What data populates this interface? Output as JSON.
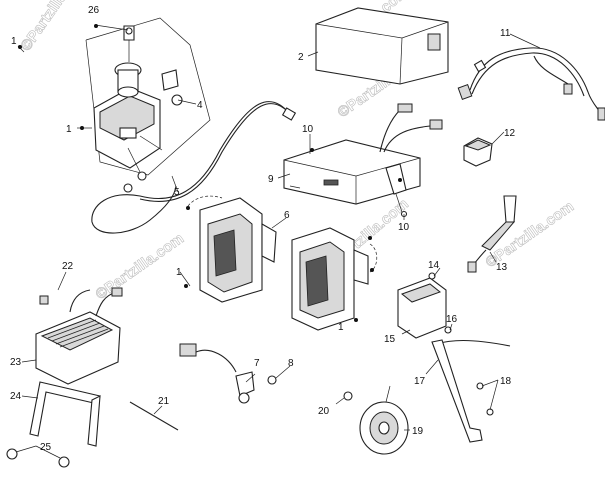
{
  "watermarks": [
    "©Partzilla.com",
    "©Partzilla.com",
    "©Partzilla.com",
    "©Partzilla.com",
    "©Partzilla.com",
    "©Partzilla.com"
  ],
  "callouts": {
    "n1a": "1",
    "n1b": "1",
    "n1c": "1",
    "n1d": "1",
    "n2": "2",
    "n4": "4",
    "n5": "5",
    "n6": "6",
    "n7": "7",
    "n8": "8",
    "n9": "9",
    "n10a": "10",
    "n10b": "10",
    "n11": "11",
    "n12": "12",
    "n13": "13",
    "n14": "14",
    "n15": "15",
    "n16": "16",
    "n17": "17",
    "n18": "18",
    "n19": "19",
    "n20": "20",
    "n21": "21",
    "n22": "22",
    "n23": "23",
    "n24": "24",
    "n25": "25",
    "n26": "26"
  },
  "colors": {
    "line": "#222222",
    "watermark": "#bdbdbd",
    "background": "#ffffff"
  }
}
